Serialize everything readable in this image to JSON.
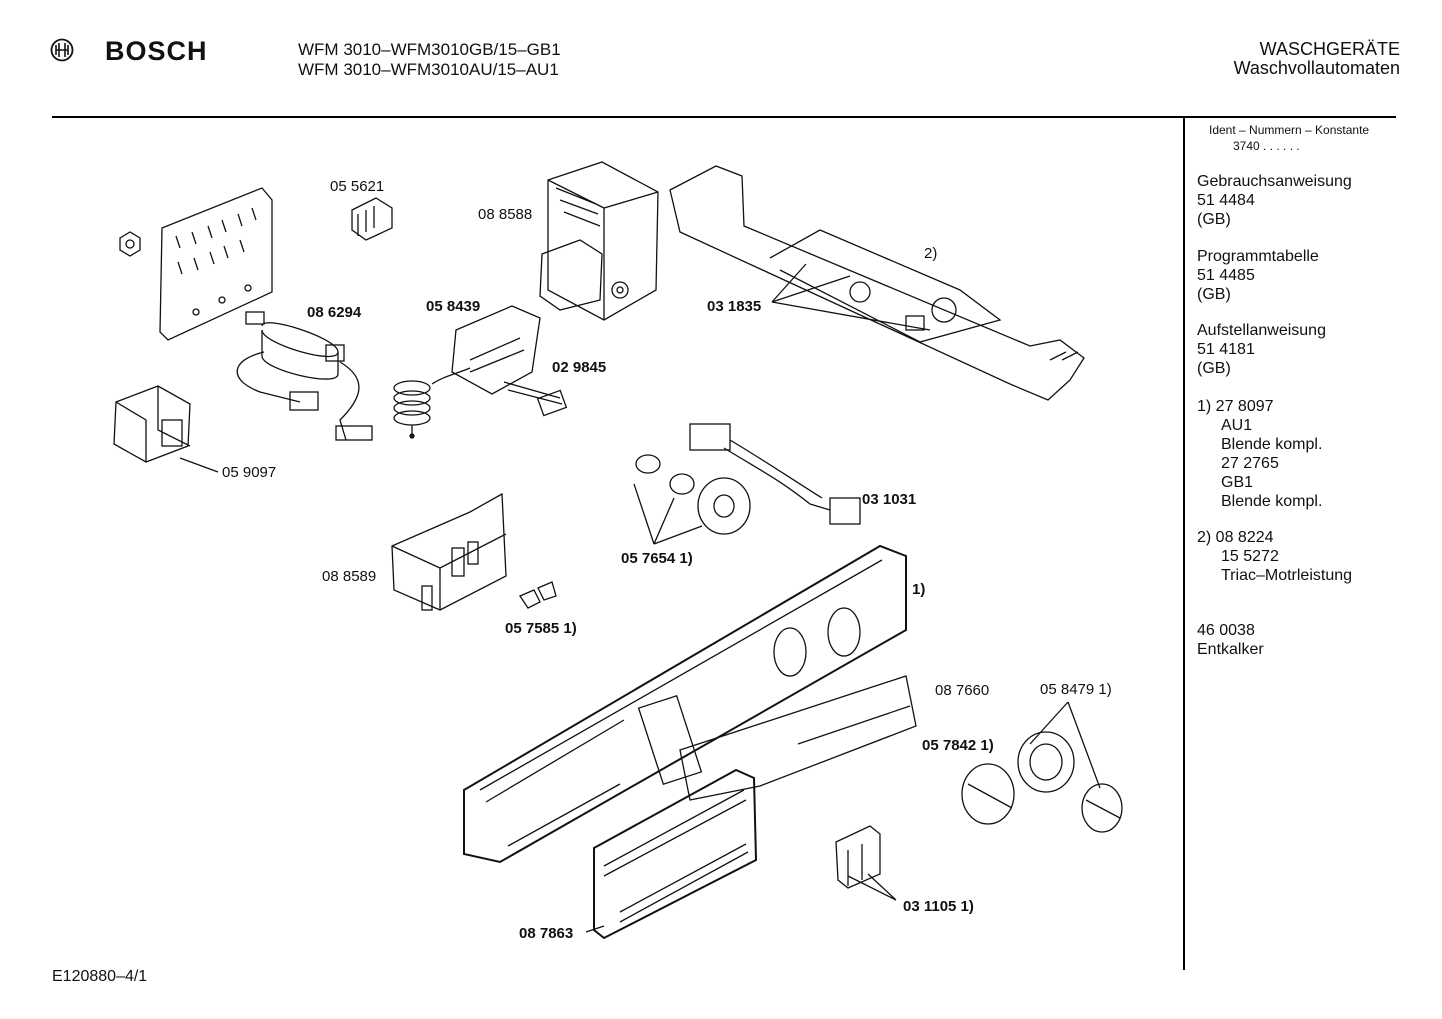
{
  "header": {
    "brand": "BOSCH",
    "model_line_1": "WFM 3010–WFM3010GB/15–GB1",
    "model_line_2": "WFM 3010–WFM3010AU/15–AU1",
    "category_line_1": "WASCHGERÄTE",
    "category_line_2": "Waschvollautomaten"
  },
  "sidebar": {
    "ident_label": "Ident – Nummern – Konstante",
    "ident_value": "3740 . .  . . . .",
    "items": [
      {
        "lines": [
          "Gebrauchsanweisung",
          "51 4484",
          "(GB)"
        ]
      },
      {
        "lines": [
          "Programmtabelle",
          "51 4485",
          "(GB)"
        ]
      },
      {
        "lines": [
          "Aufstellanweisung",
          "51 4181",
          "(GB)"
        ]
      },
      {
        "lines": [
          "1)  27 8097",
          "AU1",
          "Blende kompl.",
          "27 2765",
          "GB1",
          "Blende kompl."
        ]
      },
      {
        "lines": [
          "2)  08 8224",
          "15 5272",
          "Triac–Motrleistung"
        ]
      },
      {
        "lines": [
          "46 0038",
          "Entkalker"
        ]
      }
    ]
  },
  "parts": {
    "p055621": "05 5621",
    "p088588": "08 8588",
    "p086294": "08 6294",
    "p058439": "05 8439",
    "p031835": "03 1835",
    "note2": "2)",
    "p029845": "02 9845",
    "p059097": "05 9097",
    "p031031": "03 1031",
    "p088589": "08 8589",
    "p057654": "05 7654 1)",
    "note1": "1)",
    "p057585": "05 7585 1)",
    "p087660": "08 7660",
    "p058479": "05 8479 1)",
    "p057842": "05 7842  1)",
    "p087863": "08 7863",
    "p031105": "03 1105 1)"
  },
  "footer": {
    "drawing_id": "E120880–4/1"
  }
}
